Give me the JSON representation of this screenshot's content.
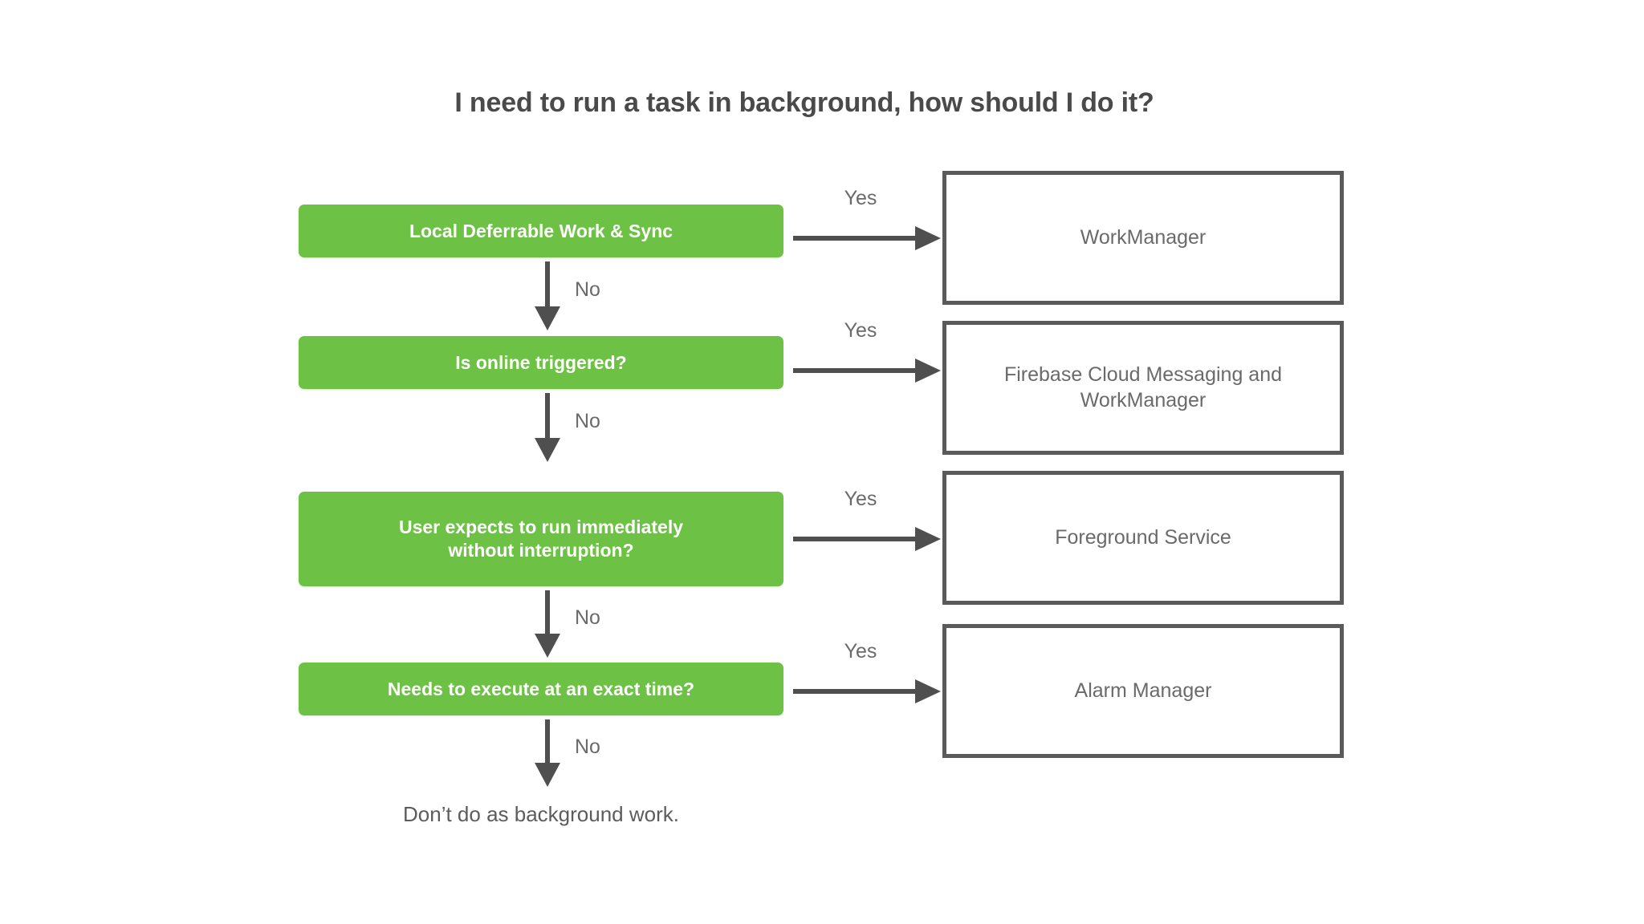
{
  "diagram": {
    "title": "I need to run a task in background, how should I do it?",
    "background_color": "#ffffff",
    "accent_color": "#6dc245",
    "outline_color": "#5a5a5a",
    "text_color": "#6a6a6a",
    "decisions": [
      {
        "label": "Local Deferrable Work & Sync",
        "line2": ""
      },
      {
        "label": "Is online triggered?",
        "line2": ""
      },
      {
        "label": "User expects to run immediately",
        "line2": "without interruption?"
      },
      {
        "label": "Needs to execute at an exact time?",
        "line2": ""
      }
    ],
    "outcomes": [
      {
        "label": "WorkManager",
        "line2": ""
      },
      {
        "label": "Firebase Cloud Messaging and",
        "line2": "WorkManager"
      },
      {
        "label": "Foreground Service",
        "line2": ""
      },
      {
        "label": "Alarm Manager",
        "line2": ""
      }
    ],
    "yes_labels": [
      "Yes",
      "Yes",
      "Yes",
      "Yes"
    ],
    "no_labels": [
      "No",
      "No",
      "No",
      "No"
    ],
    "terminal": "Don’t do as background work."
  }
}
